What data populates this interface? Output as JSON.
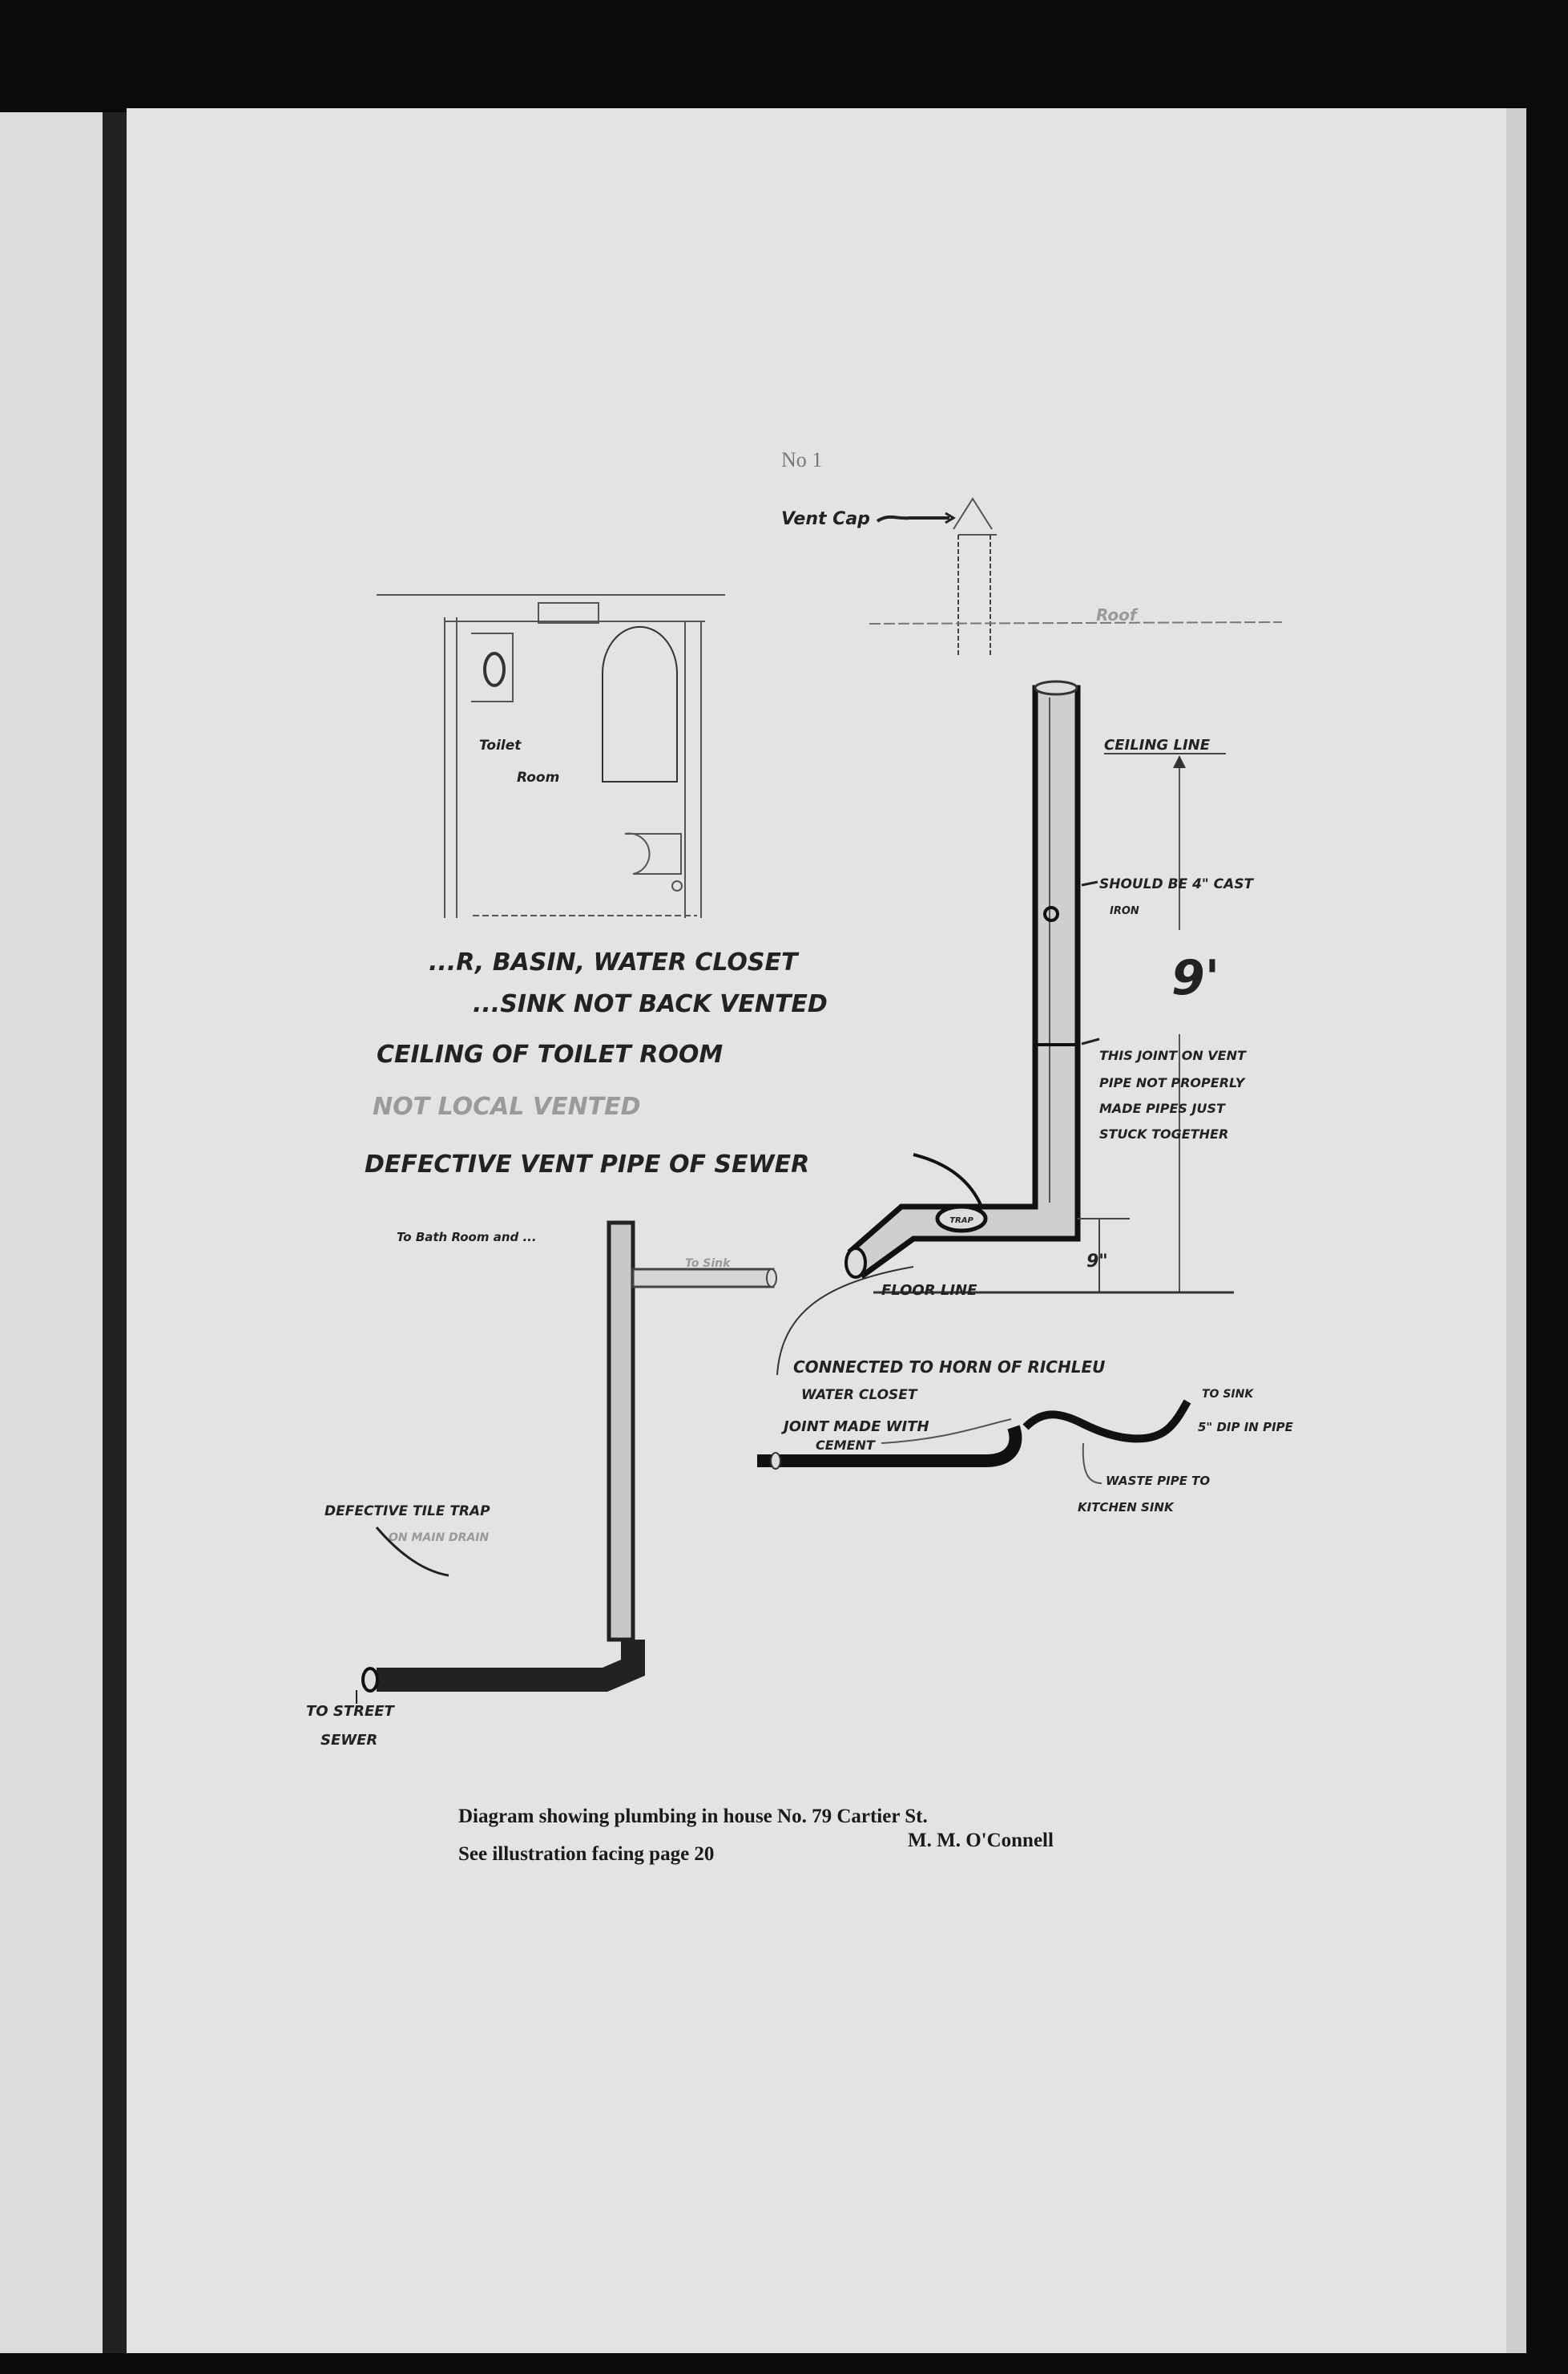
{
  "figure_number": "No 1",
  "vent": {
    "vent_cap": "Vent Cap",
    "roof": "Roof",
    "ceiling_line": "CEILING LINE",
    "floor_line": "FLOOR LINE",
    "height_label": "9'",
    "floor_offset_label": "9\"",
    "cast_iron_note": [
      "SHOULD BE 4\" CAST",
      "IRON"
    ],
    "joint_note": [
      "THIS JOINT ON VENT",
      "PIPE NOT PROPERLY",
      "MADE PIPES JUST",
      "STUCK TOGETHER"
    ],
    "trap_label": "TRAP"
  },
  "plan": {
    "toilet_room": [
      "Toilet",
      "Room"
    ]
  },
  "defects_list": [
    "...R, BASIN, WATER CLOSET",
    "...SINK NOT BACK VENTED",
    "CEILING OF TOILET ROOM",
    "NOT LOCAL VENTED",
    "DEFECTIVE VENT PIPE OF SEWER"
  ],
  "connection_notes": {
    "connected": [
      "CONNECTED TO HORN OF RICHLEU",
      "WATER CLOSET"
    ],
    "joint": [
      "JOINT MADE WITH",
      "CEMENT"
    ],
    "to_sink": "TO SINK",
    "dip": "5\" DIP IN PIPE",
    "waste": [
      "WASTE PIPE TO",
      "KITCHEN SINK"
    ]
  },
  "drain": {
    "to_bath": "To Bath Room and ...",
    "to_sink": "To Sink",
    "defective": [
      "DEFECTIVE TILE TRAP",
      "ON MAIN DRAIN"
    ],
    "to_sewer": [
      "TO STREET",
      "SEWER"
    ]
  },
  "caption": {
    "line1": "Diagram showing plumbing in house No. 79 Cartier St.",
    "author": "M. M. O'Connell",
    "line2": "See illustration facing page 20"
  }
}
